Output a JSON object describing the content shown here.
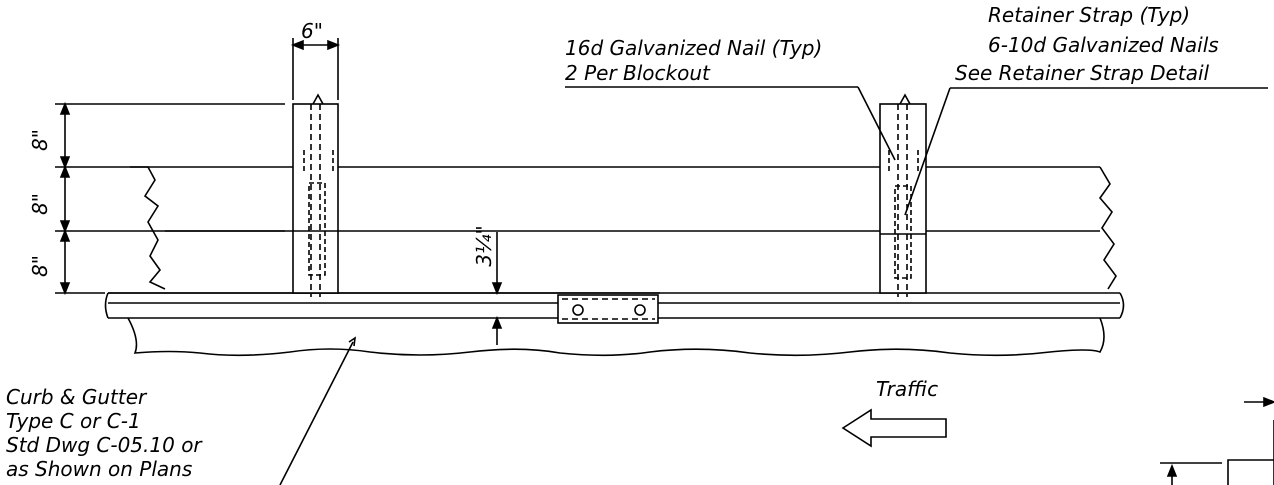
{
  "dimensions": {
    "post_width": "6\"",
    "height_top": "8\"",
    "height_mid": "8\"",
    "height_bottom": "8\"",
    "offset": "3¼\""
  },
  "callouts": {
    "nail_line1": "16d Galvanized Nail (Typ)",
    "nail_line2": "2 Per Blockout",
    "strap_line1": "Retainer Strap (Typ)",
    "strap_line2": "6-10d Galvanized Nails",
    "strap_line3": "See Retainer Strap Detail",
    "curb_line1": "Curb & Gutter",
    "curb_line2": "Type C or C-1",
    "curb_line3": "Std Dwg C-05.10 or",
    "curb_line4": "as Shown on Plans"
  },
  "traffic": {
    "label": "Traffic",
    "direction": "left"
  }
}
